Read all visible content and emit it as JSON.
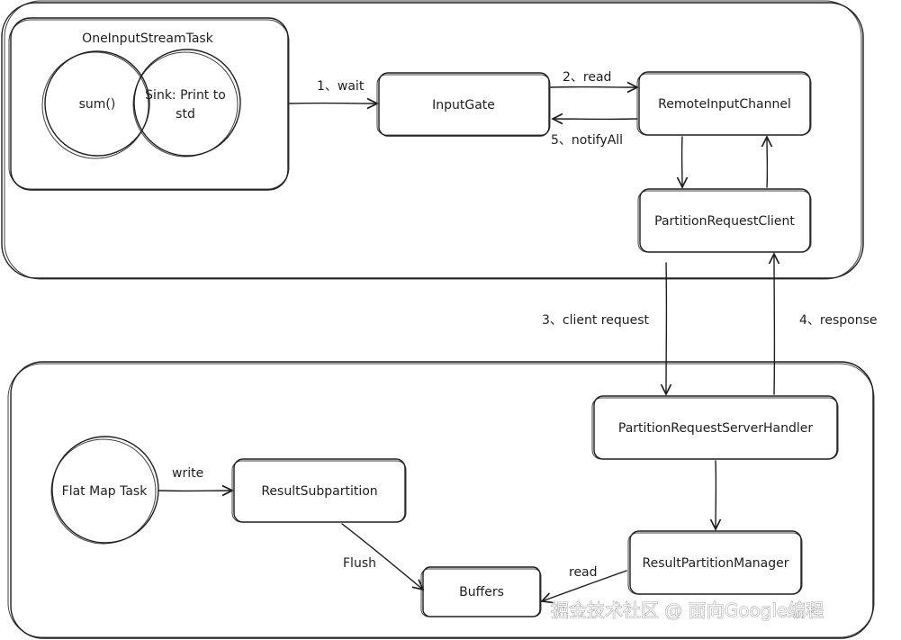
{
  "nodes": {
    "one_input_task": "OneInputStreamTask",
    "sum": "sum()",
    "sink_line1": "Sink: Print to",
    "sink_line2": "std",
    "input_gate": "InputGate",
    "remote_input_channel": "RemoteInputChannel",
    "partition_request_client": "PartitionRequestClient",
    "partition_request_server_handler": "PartitionRequestServerHandler",
    "flat_map_task": "Flat Map Task",
    "result_subpartition": "ResultSubpartition",
    "result_partition_manager": "ResultPartitionManager",
    "buffers": "Buffers"
  },
  "edges": {
    "wait": "1、wait",
    "read_top": "2、read",
    "notify_all": "5、notifyAll",
    "client_request": "3、client request",
    "response": "4、response",
    "write": "write",
    "flush": "Flush",
    "read_bottom": "read"
  },
  "watermark": "掘金技术社区 @ 面向Google编程"
}
